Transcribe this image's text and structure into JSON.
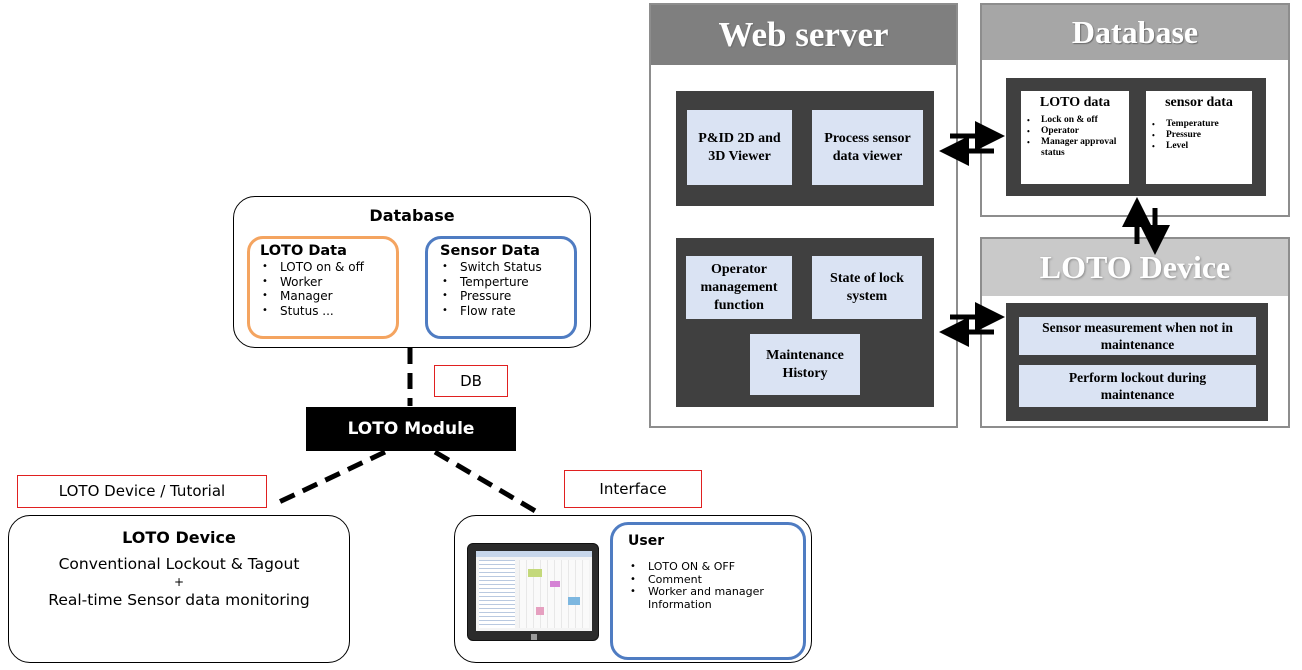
{
  "left": {
    "database": {
      "title": "Database",
      "loto_data": {
        "title": "LOTO Data",
        "items": [
          "LOTO on & off",
          "Worker",
          "Manager",
          "Stutus ..."
        ]
      },
      "sensor_data": {
        "title": "Sensor Data",
        "items": [
          "Switch Status",
          "Temperture",
          "Pressure",
          "Flow rate"
        ]
      }
    },
    "db_tag": "DB",
    "loto_module": "LOTO Module",
    "device_tag": "LOTO Device / Tutorial",
    "interface_tag": "Interface",
    "loto_device": {
      "title": "LOTO Device",
      "line1": "Conventional Lockout & Tagout",
      "plus": "+",
      "line2": "Real-time Sensor data monitoring"
    },
    "user": {
      "title": "User",
      "items": [
        "LOTO ON & OFF",
        "Comment",
        "Worker and manager Information"
      ]
    }
  },
  "right": {
    "web_server": {
      "header": "Web server",
      "pid_viewer": "P&ID 2D and 3D Viewer",
      "process_viewer": "Process sensor data viewer",
      "operator_mgmt": "Operator management function",
      "lock_state": "State of lock system",
      "maintenance_history": "Maintenance History"
    },
    "database": {
      "header": "Database",
      "loto_data": {
        "title": "LOTO data",
        "items": [
          "Lock on & off",
          "Operator",
          "Manager approval status"
        ]
      },
      "sensor_data": {
        "title": "sensor data",
        "items": [
          "Temperature",
          "Pressure",
          "Level"
        ]
      }
    },
    "loto_device": {
      "header": "LOTO Device",
      "sensor_measure": "Sensor measurement when not in maintenance",
      "perform_lockout": "Perform lockout during maintenance"
    }
  },
  "colors": {
    "orange": "#f4a460",
    "blue": "#4f7cc2",
    "red": "#e02020",
    "panel_header_dark": "#7f7f7f",
    "panel_header_light": "#a6a6a6",
    "panel_header_lighter": "#c9c9c9",
    "dark_fill": "#404040",
    "light_blue": "#dae3f3"
  }
}
